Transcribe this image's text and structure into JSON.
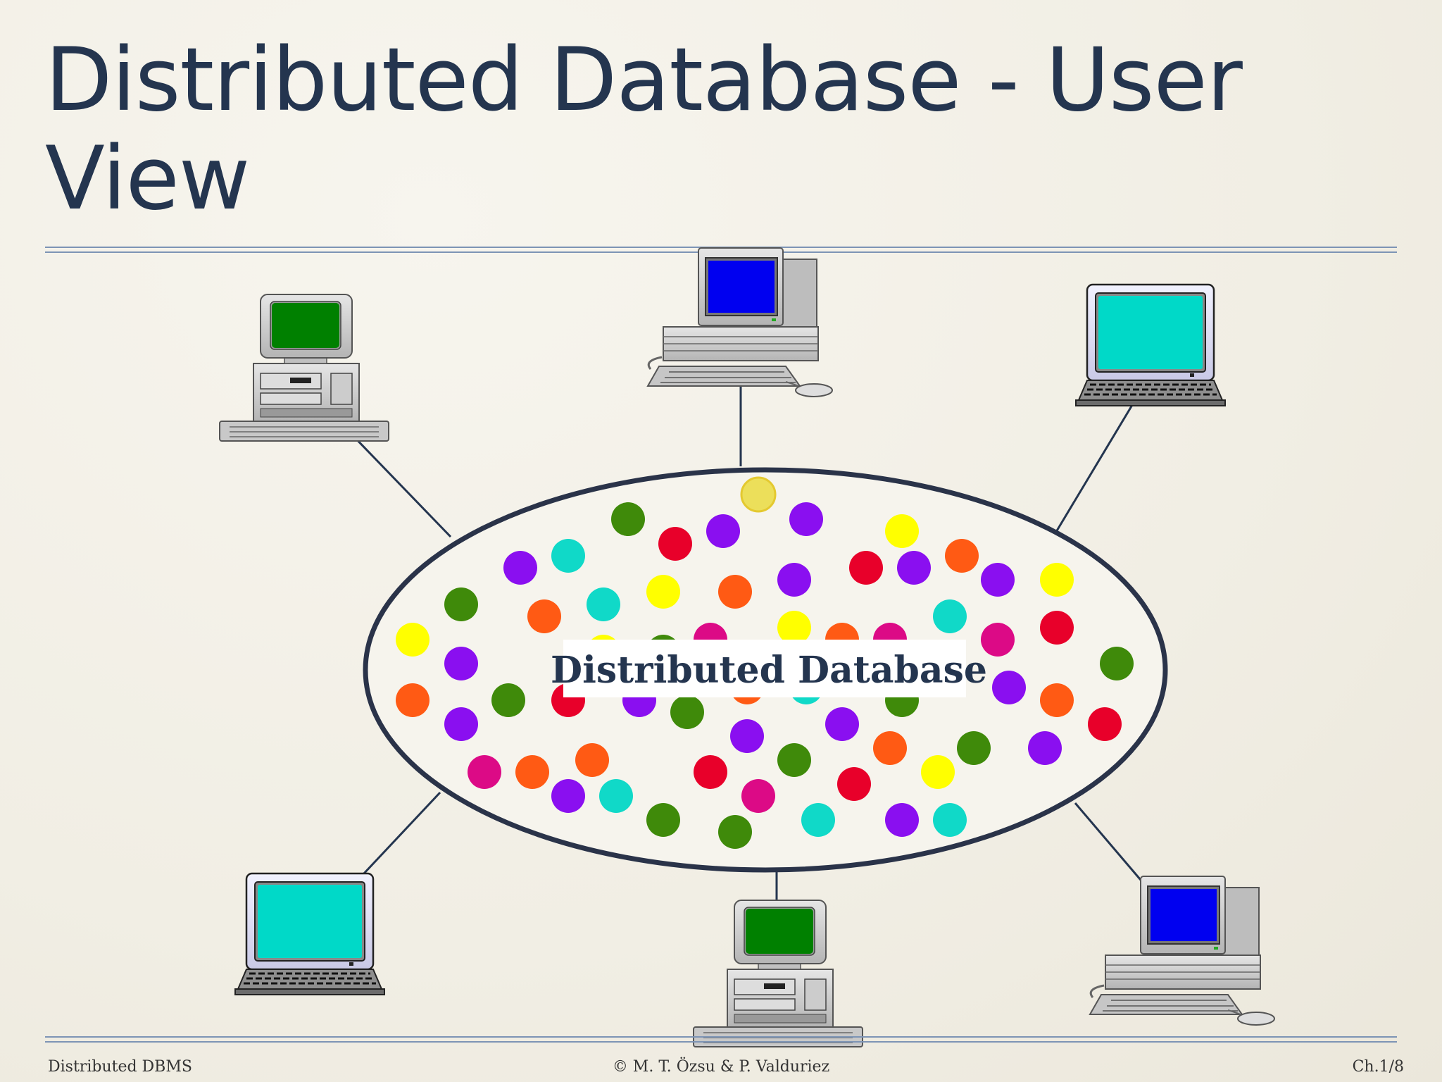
{
  "slide": {
    "title": "Distributed Database - User View",
    "footer_left": "Distributed DBMS",
    "footer_center": "© M. T. Özsu & P. Valduriez",
    "footer_right": "Ch.1/8"
  },
  "diagram": {
    "center_label": "Distributed Database",
    "colors": {
      "text": "#24354f",
      "rule": "#7d94b5",
      "ellipse_stroke": "#2a3349",
      "screen_green": "#008000",
      "screen_blue": "#0000f0",
      "screen_cyan": "#00d9c8",
      "dot_green": "#3f8a0a",
      "dot_red": "#e8002a",
      "dot_purple": "#8a0ff0",
      "dot_cyan": "#10d9c8",
      "dot_yellow": "#ffff00",
      "dot_orange": "#ff5a14",
      "dot_magenta": "#dc0a86",
      "dot_pale_yellow": "#ecdf5a"
    },
    "computers": [
      {
        "name": "computer-top-left",
        "style": "desktop-tower",
        "screen": "green"
      },
      {
        "name": "computer-top-center",
        "style": "workstation",
        "screen": "blue"
      },
      {
        "name": "computer-top-right",
        "style": "laptop",
        "screen": "cyan"
      },
      {
        "name": "computer-bottom-left",
        "style": "laptop",
        "screen": "cyan"
      },
      {
        "name": "computer-bottom-center",
        "style": "desktop-tower",
        "screen": "green"
      },
      {
        "name": "computer-bottom-right",
        "style": "workstation",
        "screen": "blue"
      }
    ]
  }
}
